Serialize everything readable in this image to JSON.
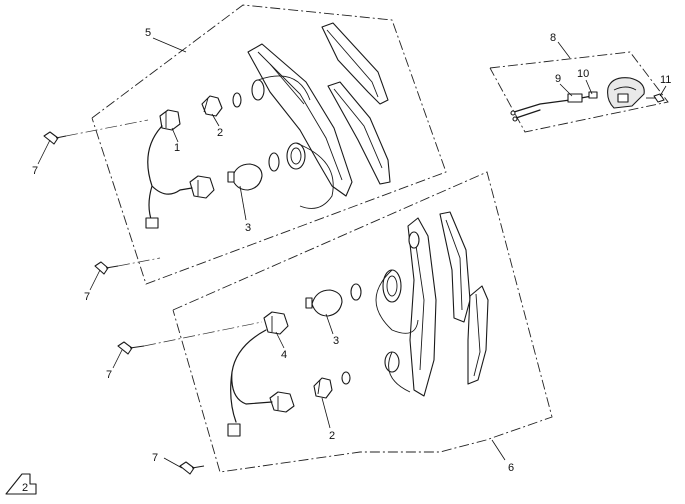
{
  "diagram": {
    "callouts": {
      "c1": "1",
      "c2_top": "2",
      "c3_top": "3",
      "c4": "4",
      "c3_bottom": "3",
      "c2_bottom": "2",
      "c5": "5",
      "c6": "6",
      "c7_a": "7",
      "c7_b": "7",
      "c7_c": "7",
      "c7_d": "7",
      "c8": "8",
      "c9": "9",
      "c10": "10",
      "c11": "11"
    },
    "corner_mark": "2"
  }
}
